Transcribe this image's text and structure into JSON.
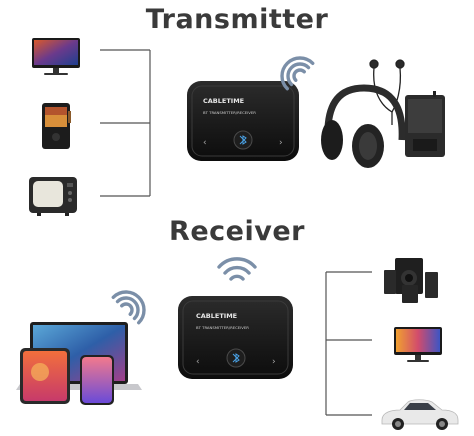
{
  "transmitter": {
    "title": "Transmitter",
    "device": {
      "brand": "CABLETIME",
      "mode": "BT TRANSMITTER/RECEIVER"
    }
  },
  "receiver": {
    "title": "Receiver",
    "device": {
      "brand": "CABLETIME",
      "mode": "BT TRANSMITTER/RECEIVER"
    }
  },
  "colors": {
    "heading": "#3a3a3a",
    "line": "#555555",
    "wifi": "#7b8fa8",
    "device_body": "#141414"
  },
  "icons": [
    "monitor-icon",
    "music-player-icon",
    "crt-tv-icon",
    "wifi-signal-icon",
    "earbuds-icon",
    "headphones-icon",
    "speaker-icon",
    "laptop-icon",
    "tablet-icon",
    "phone-icon",
    "car-icon"
  ]
}
